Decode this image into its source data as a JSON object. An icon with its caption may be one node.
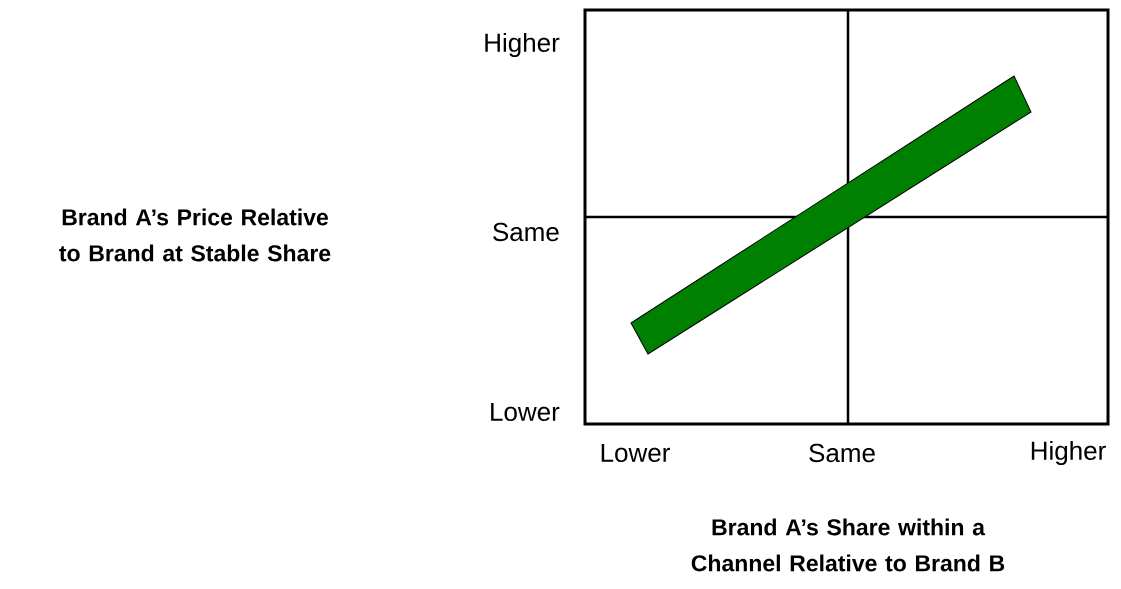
{
  "diagram": {
    "labels": [
      "Higher",
      "Brand A’s Price Relative to Brand at Stable Share",
      "Same",
      "Lower",
      "Lower",
      "Same",
      "Higher",
      "Brand A’s Share within a Channel Relative to Brand B"
    ]
  }
}
